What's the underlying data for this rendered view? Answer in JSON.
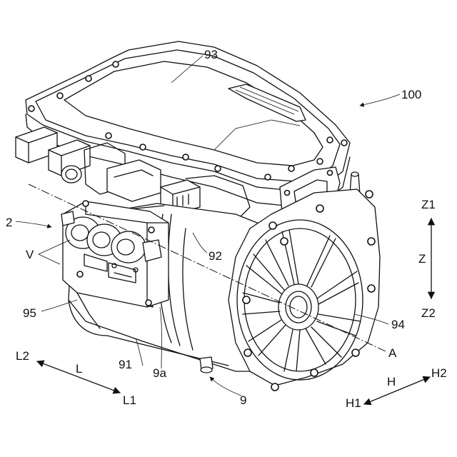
{
  "labels": {
    "assembly": "100",
    "cover": "93",
    "body": "92",
    "unit": "2",
    "valves": "V",
    "left_end": "95",
    "housing": "91",
    "mark_9a": "9a",
    "mark_9": "9",
    "right_end": "94",
    "axis": "A",
    "axis_z1": "Z1",
    "axis_z": "Z",
    "axis_z2": "Z2",
    "axis_l2": "L2",
    "axis_l": "L",
    "axis_l1": "L1",
    "axis_h": "H",
    "axis_h2": "H2",
    "axis_h1": "H1"
  }
}
